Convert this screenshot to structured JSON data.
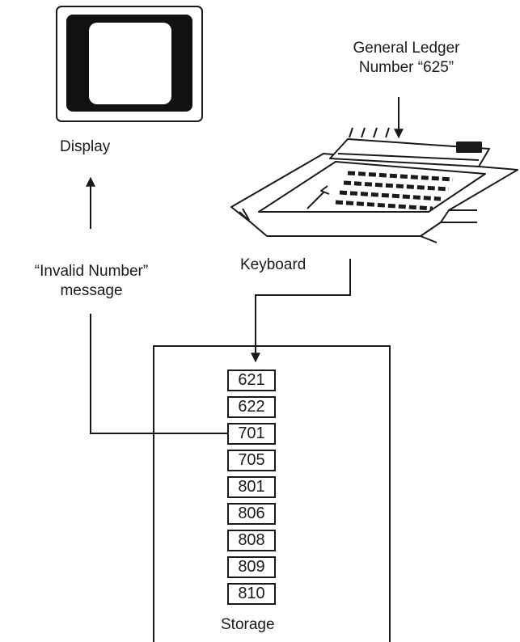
{
  "display": {
    "label": "Display"
  },
  "keyboard": {
    "label": "Keyboard"
  },
  "input_note": {
    "line1": "General Ledger",
    "line2": "Number “625”"
  },
  "message_note": {
    "line1": "“Invalid Number”",
    "line2": "message"
  },
  "storage": {
    "label": "Storage",
    "cells": [
      "621",
      "622",
      "701",
      "705",
      "801",
      "806",
      "808",
      "809",
      "810"
    ]
  }
}
